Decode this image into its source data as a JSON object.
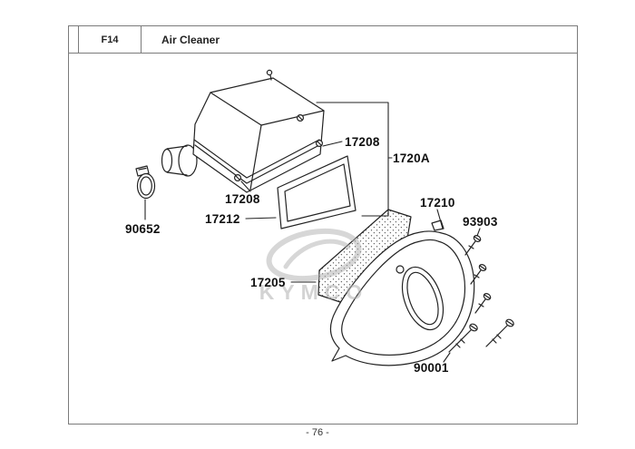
{
  "header": {
    "code": "F14",
    "title": "Air Cleaner"
  },
  "footer": {
    "page_number": "- 76 -"
  },
  "watermark": {
    "text": "KYMCO"
  },
  "labels": [
    {
      "id": "17208-top",
      "text": "17208"
    },
    {
      "id": "1720A",
      "text": "1720A"
    },
    {
      "id": "17208-left",
      "text": "17208"
    },
    {
      "id": "17212",
      "text": "17212"
    },
    {
      "id": "90652",
      "text": "90652"
    },
    {
      "id": "17205",
      "text": "17205"
    },
    {
      "id": "17210",
      "text": "17210"
    },
    {
      "id": "93903",
      "text": "93903"
    },
    {
      "id": "90001",
      "text": "90001"
    }
  ],
  "colors": {
    "line": "#222222",
    "frame": "#7b7b7b",
    "watermark": "#b0b0b0"
  }
}
